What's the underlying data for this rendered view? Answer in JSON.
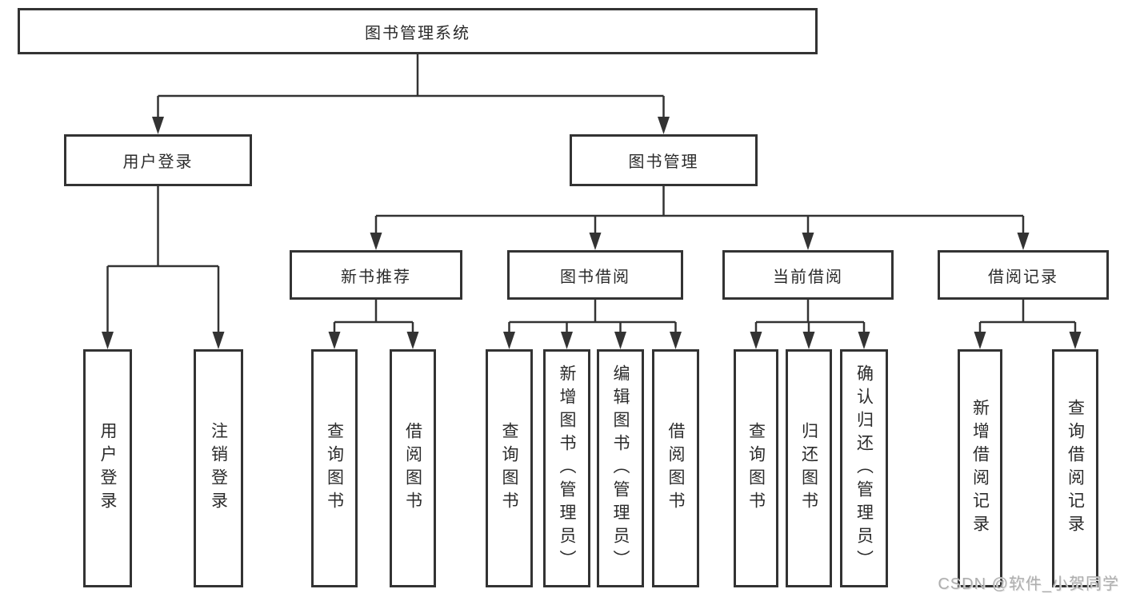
{
  "tree": {
    "root": {
      "label": "图书管理系统",
      "children": [
        {
          "label": "用户登录",
          "children": [
            {
              "label": "用户登录"
            },
            {
              "label": "注销登录"
            }
          ]
        },
        {
          "label": "图书管理",
          "children": [
            {
              "label": "新书推荐",
              "children": [
                {
                  "label": "查询图书"
                },
                {
                  "label": "借阅图书"
                }
              ]
            },
            {
              "label": "图书借阅",
              "children": [
                {
                  "label": "查询图书"
                },
                {
                  "label": "新增图书（管理员）"
                },
                {
                  "label": "编辑图书（管理员）"
                },
                {
                  "label": "借阅图书"
                }
              ]
            },
            {
              "label": "当前借阅",
              "children": [
                {
                  "label": "查询图书"
                },
                {
                  "label": "归还图书"
                },
                {
                  "label": "确认归还（管理员）"
                }
              ]
            },
            {
              "label": "借阅记录",
              "children": [
                {
                  "label": "新增借阅记录"
                },
                {
                  "label": "查询借阅记录"
                }
              ]
            }
          ]
        }
      ]
    }
  },
  "watermark": {
    "text": "CSDN @软件_小贺同学"
  },
  "colors": {
    "line": "#333333",
    "box_border": "#333333",
    "text": "#2b2b2b",
    "watermark": "#aeaeae",
    "background": "#ffffff"
  }
}
